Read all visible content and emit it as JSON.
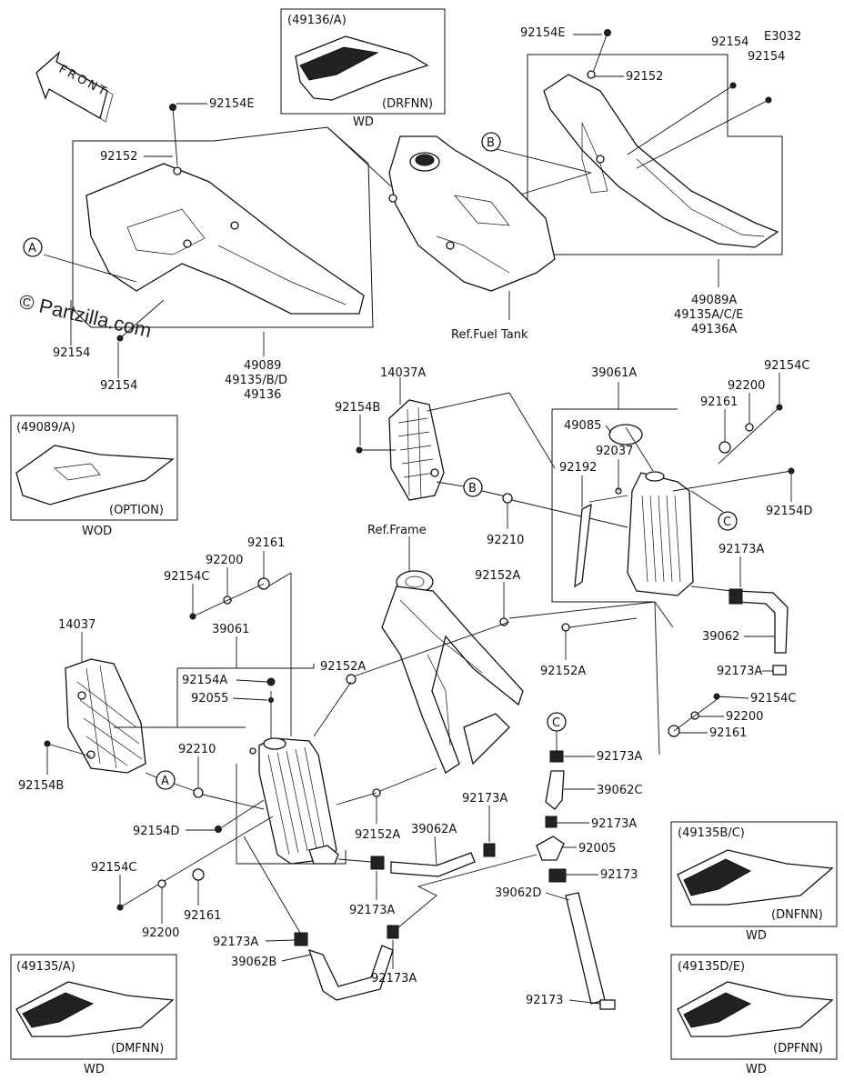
{
  "front_label": "FRONT",
  "diagram_code": "E3032",
  "watermark": "© Partzilla.com",
  "refs": {
    "fuel_tank": "Ref.Fuel Tank",
    "frame": "Ref.Frame"
  },
  "callouts": {
    "a": "A",
    "b": "B",
    "c": "C"
  },
  "insets": [
    {
      "code": "(49136/A)",
      "variant": "(DRFNN)",
      "region": "WD"
    },
    {
      "code": "(49089/A)",
      "variant": "(OPTION)",
      "region": "WOD"
    },
    {
      "code": "(49135B/C)",
      "variant": "(DNFNN)",
      "region": "WD"
    },
    {
      "code": "(49135/A)",
      "variant": "(DMFNN)",
      "region": "WD"
    },
    {
      "code": "(49135D/E)",
      "variant": "(DPFNN)",
      "region": "WD"
    }
  ],
  "labels": {
    "p92154E_top": "92154E",
    "p92154_top1": "92154",
    "p92154_top2": "92154",
    "p92152_top": "92152",
    "p49089A": "49089A",
    "p49135ACE": "49135A/C/E",
    "p49136A": "49136A",
    "p92154E_left": "92154E",
    "p92152_left": "92152",
    "p92154_l1": "92154",
    "p92154_l2": "92154",
    "p49089": "49089",
    "p49135BD": "49135/B/D",
    "p49136": "49136",
    "p14037A": "14037A",
    "p92154B_top": "92154B",
    "p92210_top": "92210",
    "p39061A": "39061A",
    "p49085": "49085",
    "p92037": "92037",
    "p92192": "92192",
    "p92200_r": "92200",
    "p92154C_r": "92154C",
    "p92161_r": "92161",
    "p92154D_r": "92154D",
    "p92173A_r1": "92173A",
    "p39062": "39062",
    "p92173A_r2": "92173A",
    "p92154C_r2": "92154C",
    "p92200_r2": "92200",
    "p92161_r2": "92161",
    "p92152A_m1": "92152A",
    "p92152A_m2": "92152A",
    "p92152A_m3": "92152A",
    "p92152A_m4": "92152A",
    "p92161_l": "92161",
    "p92200_l": "92200",
    "p92154C_l": "92154C",
    "p39061": "39061",
    "p92154A": "92154A",
    "p92055": "92055",
    "p14037": "14037",
    "p92154B_l": "92154B",
    "p92210_l": "92210",
    "p92154D_l": "92154D",
    "p92154C_bl": "92154C",
    "p92200_bl": "92200",
    "p92161_bl": "92161",
    "p92173A_b1": "92173A",
    "p92173A_b2": "92173A",
    "p39062A": "39062A",
    "p92173A_b3": "92173A",
    "p39062B": "39062B",
    "p92173A_b4": "92173A",
    "p92173A_c1": "92173A",
    "p39062C": "39062C",
    "p92173A_c2": "92173A",
    "p92005": "92005",
    "p92173_c1": "92173",
    "p39062D": "39062D",
    "p92173_c2": "92173"
  }
}
